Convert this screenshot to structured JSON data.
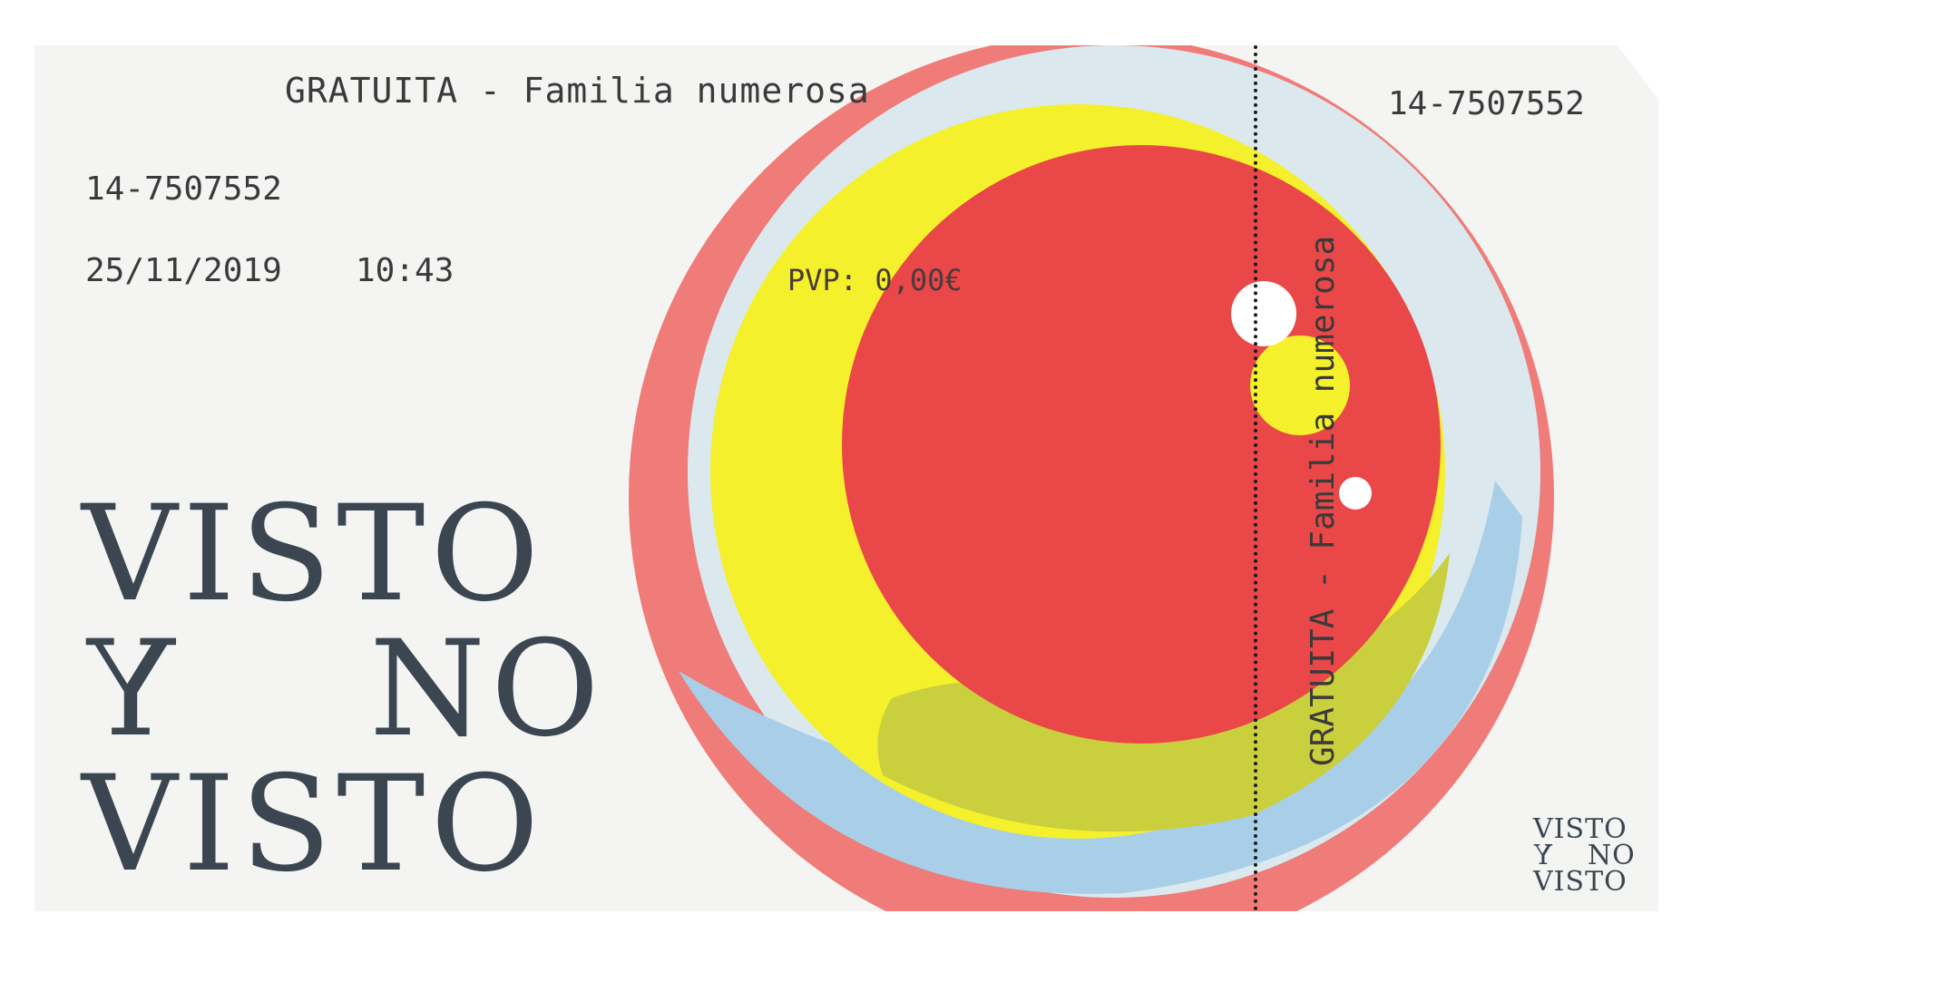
{
  "ticket": {
    "header": "GRATUITA - Familia numerosa",
    "number": "14-7507552",
    "date": "25/11/2019",
    "time": "10:43",
    "price": "PVP: 0,00€",
    "stub_number": "14-7507552",
    "stub_vertical": "GRATUITA - Familia numerosa",
    "title": {
      "line1": "VISTO",
      "line2_letter": "Y",
      "line2_word": "NO",
      "line3": "VISTO"
    },
    "stub_title": {
      "line1": "VISTO",
      "line2_letter": "Y",
      "line2_word": "NO",
      "line3": "VISTO"
    }
  },
  "colors": {
    "paper": "#f4f4f3",
    "red": "#e94748",
    "yellow": "#f4f02b",
    "pale_blue": "#dbe9ee",
    "blue": "#a9cfe8",
    "salmon": "#ef7c78",
    "olive": "#c9cf3d",
    "title": "#3b4650"
  }
}
